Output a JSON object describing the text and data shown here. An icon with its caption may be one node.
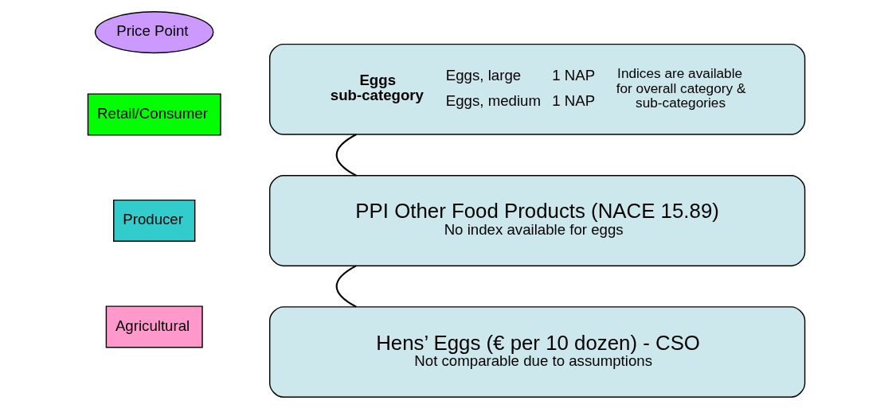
{
  "diagram": {
    "nodes": [
      {
        "text": [
          "Price Point"
        ]
      },
      {
        "text": [
          "Eggs sub-category",
          "Eggs, large",
          "1 NAP",
          "Eggs, medium",
          "1 NAP",
          "Indices are available for overall category & sub-categories"
        ]
      },
      {
        "text": [
          "Retail/Consumer"
        ]
      },
      {
        "text": [
          "Producer"
        ]
      },
      {
        "text": [
          "PPI Other Food Products (NACE 15.89)",
          "No index available for eggs"
        ]
      },
      {
        "text": [
          "Agricultural"
        ]
      },
      {
        "text": [
          "Hens’ Eggs (€ per 10 dozen) - CSO",
          "Not comparable due to assumptions"
        ]
      }
    ],
    "edges": [
      {
        "from": 1,
        "to": 4,
        "arrow": "none"
      },
      {
        "from": 4,
        "to": 6,
        "arrow": "none"
      }
    ]
  }
}
